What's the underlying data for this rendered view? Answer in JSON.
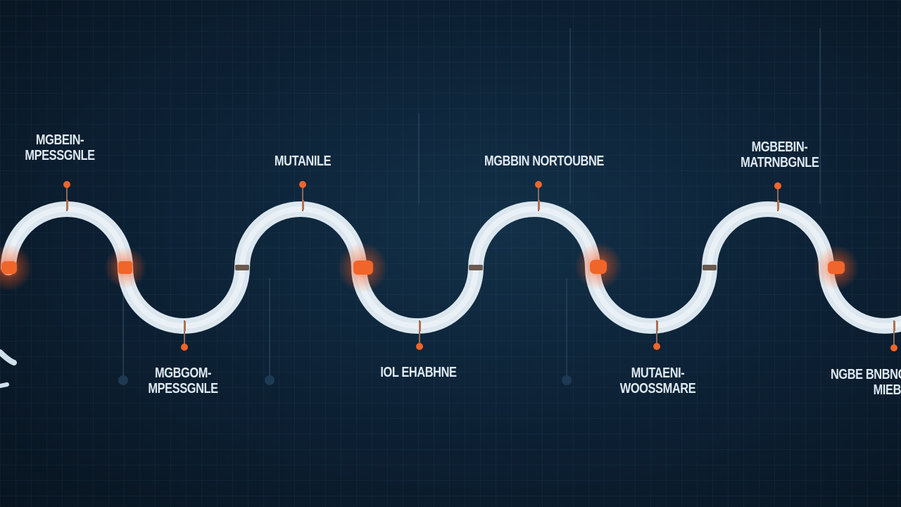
{
  "colors": {
    "background": "#0b1a28",
    "track": "#e6eef4",
    "marker": "#f0652a",
    "connector": "#3a5a74"
  },
  "milestones": {
    "m1": {
      "line1": "MGBEIN-",
      "line2": "MPESSGNLE"
    },
    "m2": {
      "line1": "MGBGOM-",
      "line2": "MPESSGNLE"
    },
    "m3": {
      "line1": "MUTANILE"
    },
    "m4": {
      "line1": "IOL EHABHNE"
    },
    "m5": {
      "line1": "MGBBIN NORTOUBNE"
    },
    "m6": {
      "line1": "MUTAENI-",
      "line2": "WOOSSMARE"
    },
    "m7": {
      "line1": "MGBEBIN-",
      "line2": "MATRNBGNLE"
    },
    "m8": {
      "line1": "NGBE BNBNGSE",
      "line2": "MIEB"
    }
  }
}
